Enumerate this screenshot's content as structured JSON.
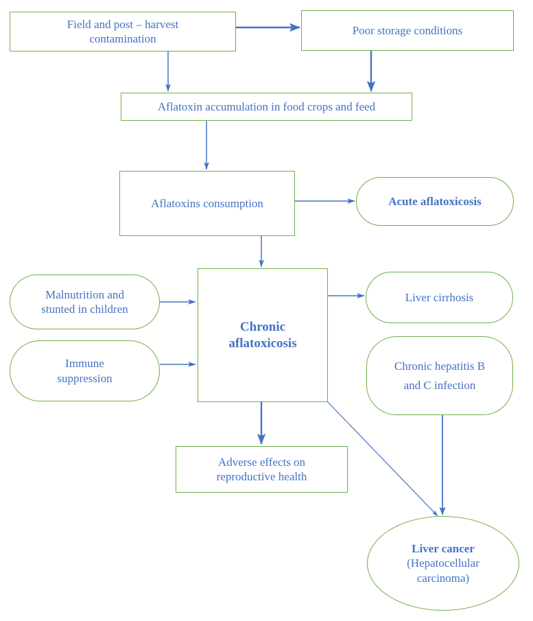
{
  "diagram": {
    "title": "Aflatoxin exposure pathway and health outcomes flowchart",
    "colors": {
      "node_border": "#70AD47",
      "node_text": "#4472C4",
      "arrow": "#4472C4",
      "background": "#FFFFFF"
    },
    "nodes": [
      {
        "id": "field-contamination",
        "shape": "rect",
        "bold": false,
        "lines": [
          "Field and post – harvest",
          "contamination"
        ],
        "text": "Field and post – harvest contamination"
      },
      {
        "id": "poor-storage",
        "shape": "rect",
        "bold": false,
        "lines": [
          "Poor storage conditions"
        ],
        "text": "Poor storage conditions"
      },
      {
        "id": "aflatoxin-accumulation",
        "shape": "rect",
        "bold": false,
        "lines": [
          "Aflatoxin accumulation in food crops and feed"
        ],
        "text": "Aflatoxin accumulation in food crops and feed"
      },
      {
        "id": "aflatoxins-consumption",
        "shape": "rect",
        "bold": false,
        "lines": [
          "Aflatoxins consumption"
        ],
        "text": "Aflatoxins consumption"
      },
      {
        "id": "acute-aflatoxicosis",
        "shape": "pill",
        "bold": true,
        "lines": [
          "Acute aflatoxicosis"
        ],
        "text": "Acute aflatoxicosis"
      },
      {
        "id": "chronic-aflatoxicosis",
        "shape": "rect",
        "bold": true,
        "lines": [
          "Chronic",
          "aflatoxicosis"
        ],
        "text": "Chronic aflatoxicosis"
      },
      {
        "id": "malnutrition-stunting",
        "shape": "pill",
        "bold": false,
        "lines": [
          "Malnutrition and",
          "stunted in children"
        ],
        "text": "Malnutrition and stunted in children"
      },
      {
        "id": "immune-suppression",
        "shape": "pill",
        "bold": false,
        "lines": [
          "Immune",
          "suppression"
        ],
        "text": "Immune suppression"
      },
      {
        "id": "liver-cirrhosis",
        "shape": "pill",
        "bold": false,
        "lines": [
          "Liver cirrhosis"
        ],
        "text": "Liver cirrhosis"
      },
      {
        "id": "chronic-hepatitis",
        "shape": "pill",
        "bold": false,
        "lines": [
          "Chronic hepatitis B",
          "and C infection"
        ],
        "text": "Chronic hepatitis B and C infection"
      },
      {
        "id": "reproductive-health",
        "shape": "rect",
        "bold": false,
        "lines": [
          "Adverse effects on",
          "reproductive health"
        ],
        "text": "Adverse effects on reproductive health"
      },
      {
        "id": "liver-cancer",
        "shape": "ellipse",
        "bold": false,
        "lines": [
          "Liver cancer",
          "(Hepatocellular",
          "carcinoma)"
        ],
        "text": "Liver cancer (Hepatocellular carcinoma)"
      }
    ],
    "edges": [
      {
        "from": "field-contamination",
        "to": "poor-storage"
      },
      {
        "from": "field-contamination",
        "to": "aflatoxin-accumulation"
      },
      {
        "from": "poor-storage",
        "to": "aflatoxin-accumulation"
      },
      {
        "from": "aflatoxin-accumulation",
        "to": "aflatoxins-consumption"
      },
      {
        "from": "aflatoxins-consumption",
        "to": "acute-aflatoxicosis"
      },
      {
        "from": "aflatoxins-consumption",
        "to": "chronic-aflatoxicosis"
      },
      {
        "from": "malnutrition-stunting",
        "to": "chronic-aflatoxicosis"
      },
      {
        "from": "immune-suppression",
        "to": "chronic-aflatoxicosis"
      },
      {
        "from": "chronic-aflatoxicosis",
        "to": "liver-cirrhosis"
      },
      {
        "from": "chronic-aflatoxicosis",
        "to": "reproductive-health"
      },
      {
        "from": "chronic-aflatoxicosis",
        "to": "liver-cancer"
      },
      {
        "from": "chronic-hepatitis",
        "to": "liver-cancer"
      }
    ]
  },
  "labels": {
    "field_contamination_l1": "Field and post – harvest",
    "field_contamination_l2": "contamination",
    "poor_storage": "Poor storage conditions",
    "aflatoxin_accumulation": "Aflatoxin accumulation in food crops and feed",
    "aflatoxins_consumption": "Aflatoxins consumption",
    "acute_aflatoxicosis": "Acute aflatoxicosis",
    "chronic_l1": "Chronic",
    "chronic_l2": "aflatoxicosis",
    "malnutrition_l1": "Malnutrition and",
    "malnutrition_l2": "stunted in children",
    "immune_l1": "Immune",
    "immune_l2": "suppression",
    "liver_cirrhosis": "Liver cirrhosis",
    "hepatitis_l1": "Chronic hepatitis B",
    "hepatitis_l2": "and C infection",
    "reproductive_l1": "Adverse effects on",
    "reproductive_l2": "reproductive health",
    "liver_cancer_l1": "Liver cancer",
    "liver_cancer_l2": "(Hepatocellular",
    "liver_cancer_l3": "carcinoma)"
  }
}
